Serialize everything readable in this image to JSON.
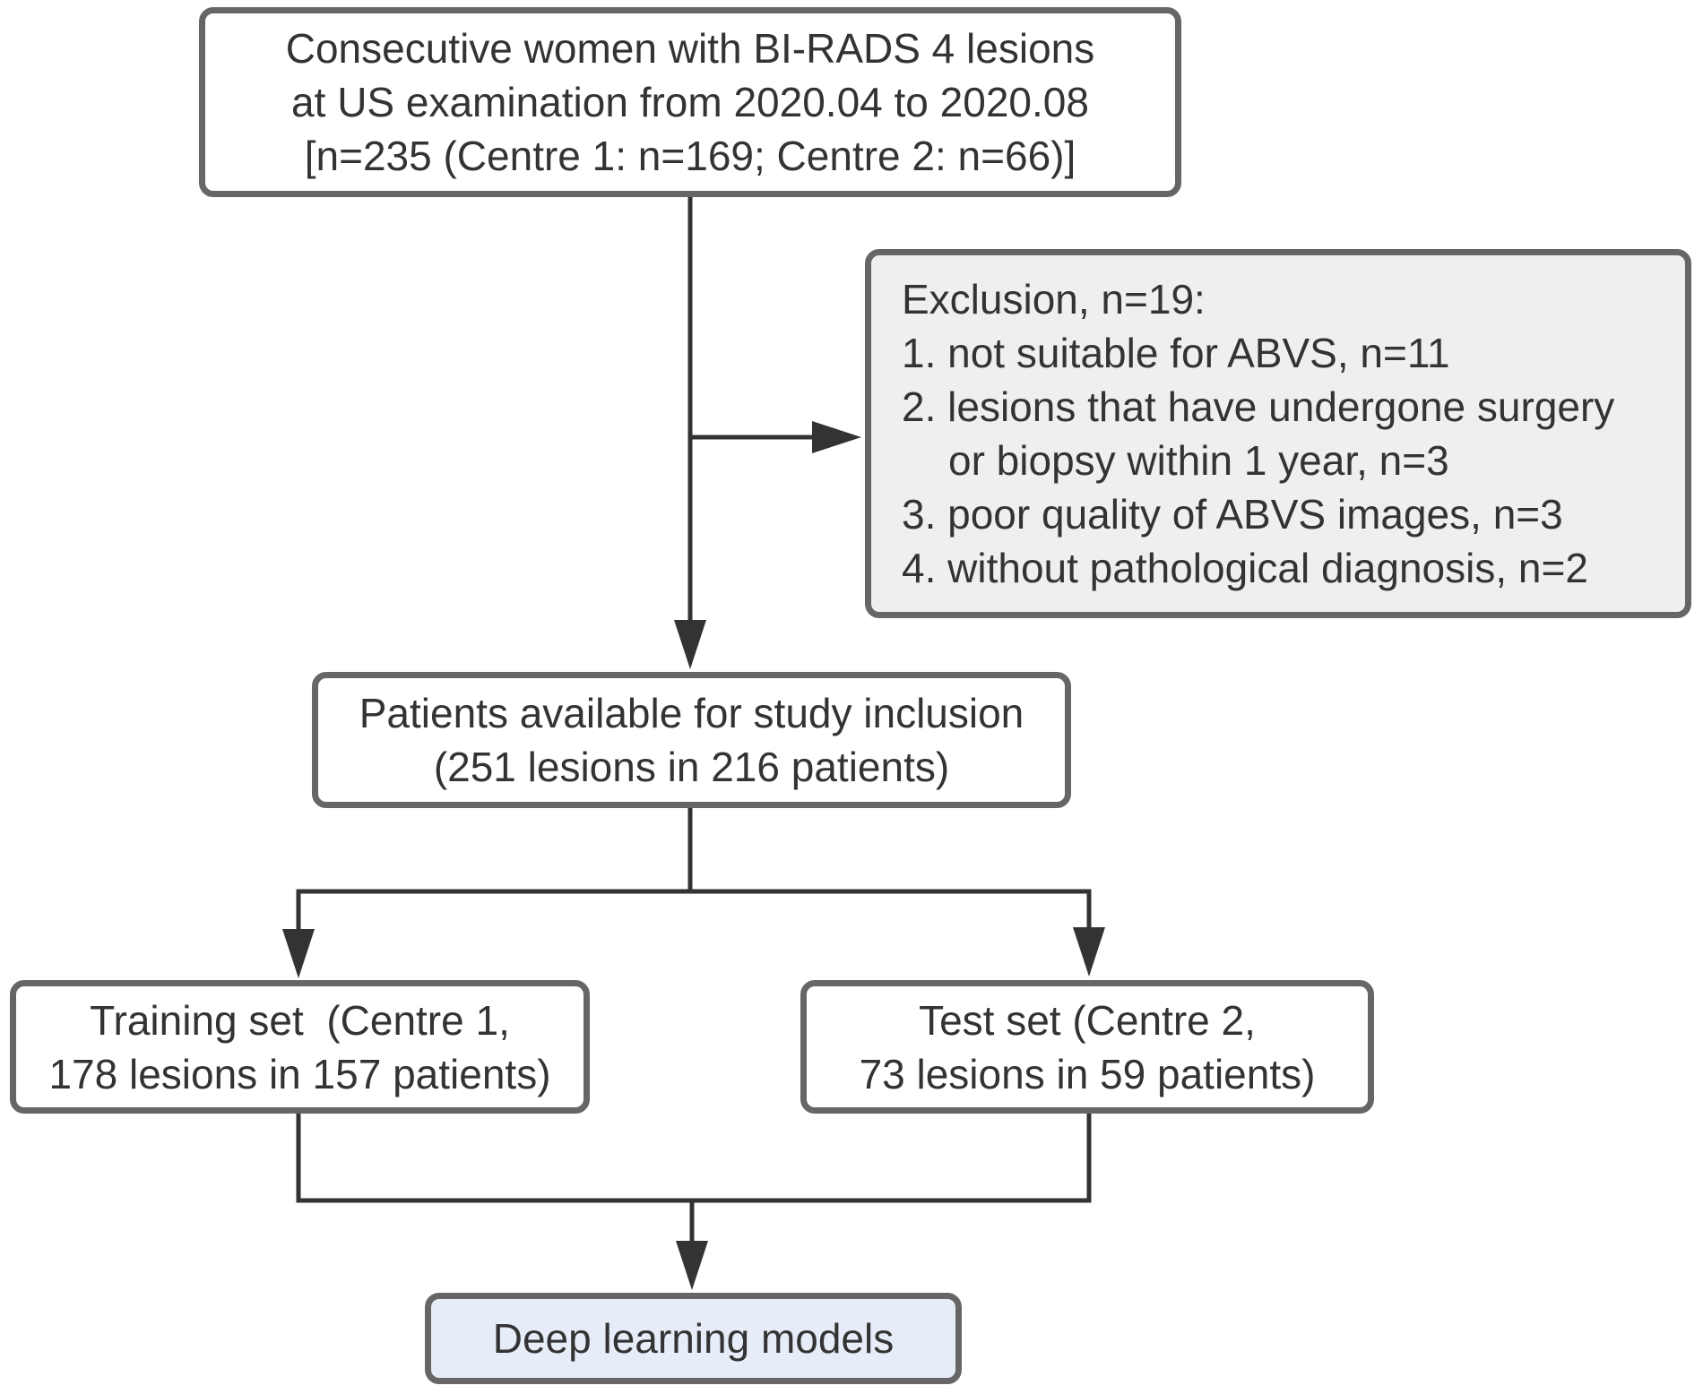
{
  "flow": {
    "source": {
      "lines": [
        "Consecutive women with BI-RADS 4 lesions",
        "at US examination from 2020.04 to 2020.08",
        "[n=235 (Centre 1: n=169; Centre 2: n=66)]"
      ]
    },
    "exclusion": {
      "lines": [
        "Exclusion, n=19:",
        "1. not suitable for ABVS, n=11",
        "2. lesions that have undergone surgery",
        "or biopsy within 1 year, n=3",
        "3. poor quality of ABVS images, n=3",
        "4. without pathological diagnosis, n=2"
      ]
    },
    "inclusion": {
      "lines": [
        "Patients available for study inclusion",
        "(251 lesions in 216 patients)"
      ]
    },
    "training": {
      "lines": [
        "Training set  (Centre 1,",
        "178 lesions in 157 patients)"
      ]
    },
    "test": {
      "lines": [
        "Test set (Centre 2,",
        "73 lesions in 59 patients)"
      ]
    },
    "model": {
      "lines": [
        "Deep learning models"
      ]
    }
  },
  "colors": {
    "box-border": "#666666",
    "box-fill": "#ffffff",
    "exclusion-fill": "#efefef",
    "model-fill": "#e6edf8",
    "connector": "#333333",
    "text": "#333333",
    "page-bg": "#ffffff"
  }
}
